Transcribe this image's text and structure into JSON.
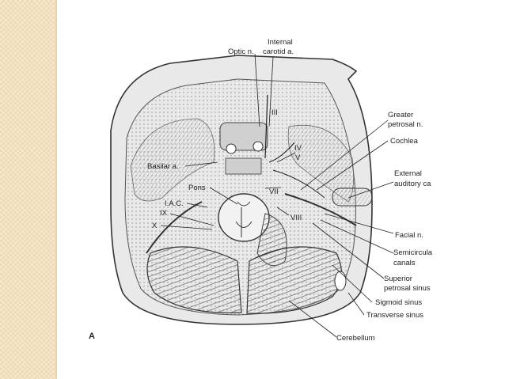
{
  "labels": {
    "optic_n": "Optic n.",
    "internal_carotid_1": "Internal",
    "internal_carotid_2": "carotid a.",
    "greater_petrosal_1": "Greater",
    "greater_petrosal_2": "petrosal n.",
    "cochlea": "Cochlea",
    "external_auditory_1": "External",
    "external_auditory_2": "auditory ca",
    "facial_n": "Facial n.",
    "semicircular_1": "Semicircula",
    "semicircular_2": "canals",
    "superior_petrosal_1": "Superior",
    "superior_petrosal_2": "petrosal sinus",
    "sigmoid_sinus": "Sigmoid sinus",
    "transverse_sinus": "Transverse sinus",
    "cerebellum": "Cerebellum",
    "basilar_a": "Basilar a.",
    "pons": "Pons",
    "iac": "I.A.C.",
    "ix": "IX",
    "x": "X",
    "iii": "III",
    "iv": "IV",
    "v": "V",
    "vii": "VII",
    "viii": "VIII",
    "panel_letter": "A"
  },
  "colors": {
    "stripe": "#f6e7c8",
    "ink": "#222222",
    "sketch": "#555555",
    "shade": "#b9b9b9"
  }
}
